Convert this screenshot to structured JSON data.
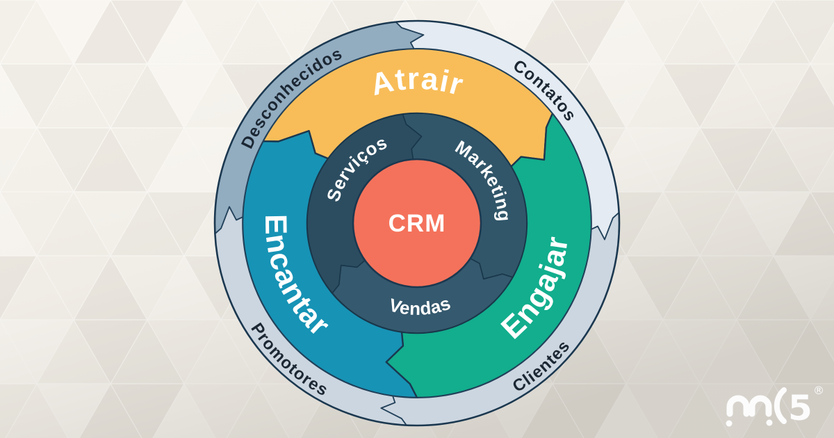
{
  "background": {
    "base": "#F1EEE8",
    "line": "#FBF9F5",
    "facets": [
      "#F6F3ED",
      "#EFECE5",
      "#F3F0E9",
      "#F9F6F1",
      "#EDE9E2",
      "#F5F1EB"
    ]
  },
  "flywheel": {
    "center_label": "CRM",
    "center_color": "#F4725B",
    "outline_color": "#1B3850",
    "outer_ring": [
      {
        "label": "Desconhecidos",
        "color": "#92ACC0"
      },
      {
        "label": "Contatos",
        "color": "#E4EBF2"
      },
      {
        "label": "Clientes",
        "color": "#CCD6E0"
      },
      {
        "label": "Promotores",
        "color": "#CCD6E0"
      }
    ],
    "middle_ring": [
      {
        "label": "Atrair",
        "color": "#F8BD59"
      },
      {
        "label": "Engajar",
        "color": "#12AE8D"
      },
      {
        "label": "Encantar",
        "color": "#1793B5"
      }
    ],
    "inner_ring": [
      {
        "label": "Marketing",
        "color": "#315669"
      },
      {
        "label": "Vendas",
        "color": "#35596E"
      },
      {
        "label": "Serviços",
        "color": "#2C4D60"
      }
    ]
  },
  "logo": {
    "name": "na5-logo",
    "numeral": "5",
    "registered_mark": "®"
  }
}
